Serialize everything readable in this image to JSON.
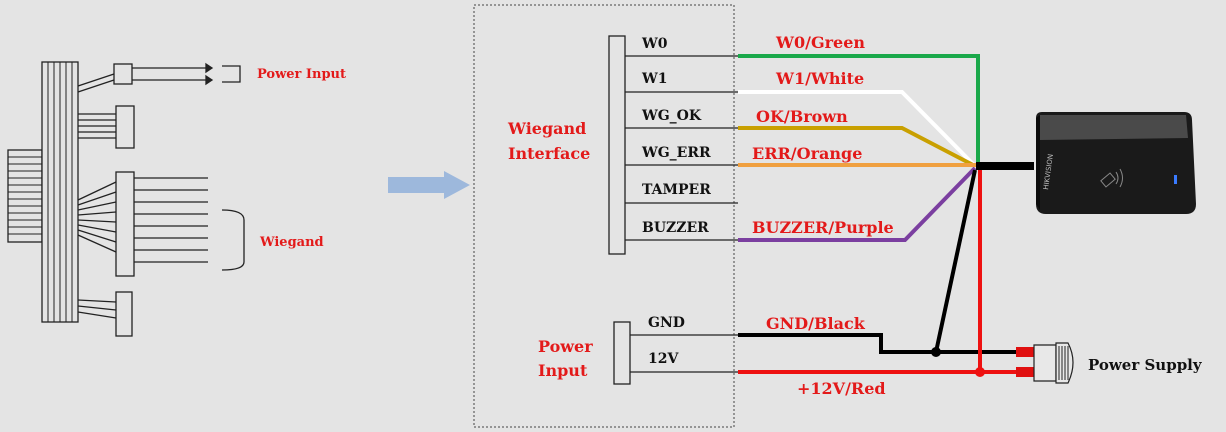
{
  "left_harness": {
    "power_input_label": "Power Input",
    "wiegand_label": "Wiegand"
  },
  "interface": {
    "wiegand_title_line1": "Wiegand",
    "wiegand_title_line2": "Interface",
    "power_title_line1": "Power",
    "power_title_line2": "Input",
    "wiegand_pins": [
      "W0",
      "W1",
      "WG_OK",
      "WG_ERR",
      "TAMPER",
      "BUZZER"
    ],
    "power_pins": [
      "GND",
      "12V"
    ]
  },
  "wires": {
    "w0": {
      "label": "W0/Green",
      "color": "#1aa84a"
    },
    "w1": {
      "label": "W1/White",
      "color": "#ffffff"
    },
    "ok": {
      "label": "OK/Brown",
      "color": "#c9a000"
    },
    "err": {
      "label": "ERR/Orange",
      "color": "#f0a040"
    },
    "buzzer": {
      "label": "BUZZER/Purple",
      "color": "#7b3fa0"
    },
    "gnd": {
      "label": "GND/Black",
      "color": "#000000"
    },
    "v12": {
      "label": "+12V/Red",
      "color": "#ee1111"
    }
  },
  "power_supply": {
    "label": "Power Supply"
  },
  "reader": {
    "brand_text": "HIKVISION"
  }
}
